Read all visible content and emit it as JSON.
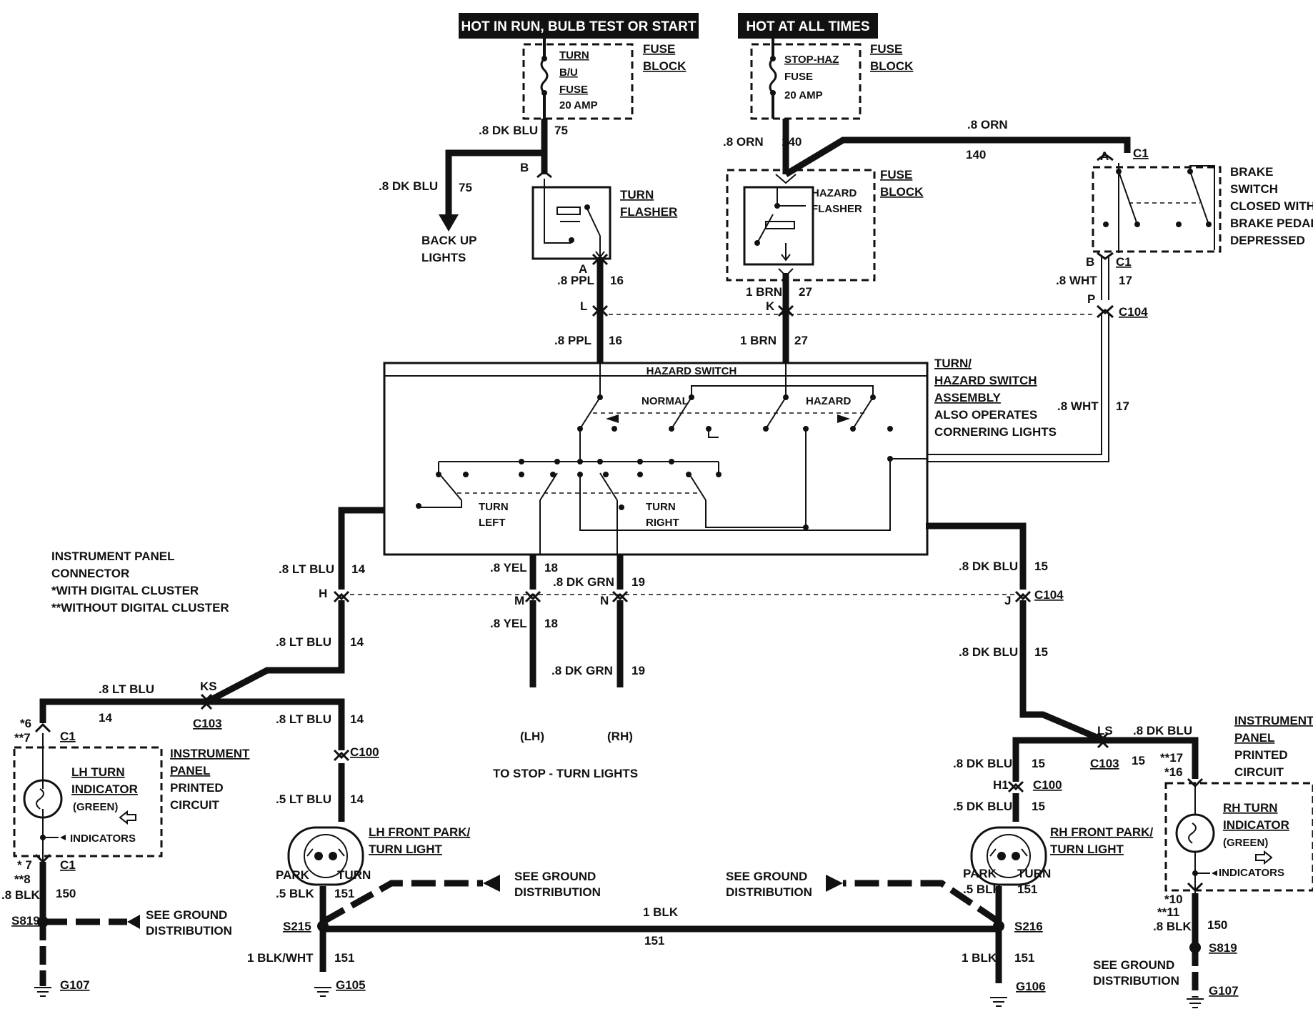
{
  "banners": {
    "left": "HOT IN RUN,   BULB TEST OR START",
    "right": "HOT AT ALL TIMES"
  },
  "turn_fuse": {
    "line1": "TURN",
    "line2": "B/U",
    "line3": "FUSE",
    "rating": "20 AMP"
  },
  "stop_fuse": {
    "line1": "STOP-HAZ",
    "line2": "FUSE",
    "rating": "20 AMP"
  },
  "fuse_block": {
    "line1": "FUSE",
    "line2": "BLOCK"
  },
  "turn_flasher": {
    "line1": "TURN",
    "line2": "FLASHER"
  },
  "hazard_flasher": {
    "line1": "HAZARD",
    "line2": "FLASHER"
  },
  "brake_switch": [
    "BRAKE",
    "SWITCH",
    "CLOSED WITH",
    "BRAKE PEDAL",
    "DEPRESSED"
  ],
  "backup": {
    "line1": "BACK UP",
    "line2": "LIGHTS"
  },
  "hazard_assembly": {
    "hazard_switch": "HAZARD SWITCH",
    "normal": "NORMAL",
    "hazard": "HAZARD",
    "turn_left_1": "TURN",
    "turn_left_2": "LEFT",
    "turn_right_1": "TURN",
    "turn_right_2": "RIGHT",
    "title_1": "TURN/",
    "title_2": "HAZARD SWITCH",
    "title_3": "ASSEMBLY",
    "note_1": "ALSO OPERATES",
    "note_2": "CORNERING LIGHTS"
  },
  "ip_note": [
    "INSTRUMENT PANEL",
    "CONNECTOR",
    " *WITH DIGITAL CLUSTER",
    "**WITHOUT DIGITAL CLUSTER"
  ],
  "wires": {
    "w_8dkblu": ".8 DK BLU",
    "n75": "75",
    "w_8orn": ".8 ORN",
    "n140": "140",
    "w_8ppl": ".8 PPL",
    "n16": "16",
    "w_1brn": "1 BRN",
    "n27": "27",
    "w_8wht": ".8 WHT",
    "n17": "17",
    "w_8ltblu": ".8 LT BLU",
    "n14": "14",
    "w_8yel": ".8 YEL",
    "n18": "18",
    "w_8dkgrn": ".8 DK GRN",
    "n19": "19",
    "n15": "15",
    "w_5ltblu": ".5 LT BLU",
    "w_5dkblu": ".5 DK BLU",
    "w_5blk": ".5 BLK",
    "n151": "151",
    "w_1blk": "1 BLK",
    "w_1blkwht": "1 BLK/WHT",
    "w_8blk": ".8 BLK",
    "n150": "150"
  },
  "connectors": {
    "B": "B",
    "A": "A",
    "L": "L",
    "K": "K",
    "P": "P",
    "C1": "C1",
    "C104": "C104",
    "H": "H",
    "M": "M",
    "N": "N",
    "J": "J",
    "KS": "KS",
    "C103": "C103",
    "C100": "C100",
    "LS": "LS",
    "H1": "H1"
  },
  "pins": {
    "lh_top_a": "*6",
    "lh_top_b": "**7",
    "lh_bot_a": "* 7",
    "lh_bot_b": "**8",
    "rh_top_a": "**17",
    "rh_top_b": "*16",
    "rh_bot_a": "*10",
    "rh_bot_b": "**11"
  },
  "lh_indicator": {
    "line1": "LH TURN",
    "line2": "INDICATOR",
    "color": "(GREEN)",
    "indicators": "INDICATORS"
  },
  "rh_indicator": {
    "line1": "RH TURN",
    "line2": "INDICATOR",
    "color": "(GREEN)",
    "indicators": "INDICATORS"
  },
  "ip_circuit_left": [
    "INSTRUMENT",
    "PANEL",
    "PRINTED",
    "CIRCUIT"
  ],
  "ip_circuit_right": [
    "INSTRUMENT",
    "PANEL",
    "PRINTED",
    "CIRCUIT"
  ],
  "lh_front": {
    "line1": "LH FRONT PARK/",
    "line2": "TURN LIGHT",
    "park": "PARK",
    "turn": "TURN"
  },
  "rh_front": {
    "line1": "RH FRONT PARK/",
    "line2": "TURN LIGHT",
    "park": "PARK",
    "turn": "TURN"
  },
  "stop_turn": {
    "lh": "(LH)",
    "rh": "(RH)",
    "label": "TO STOP - TURN LIGHTS"
  },
  "ground": {
    "see_1": "SEE GROUND",
    "see_2": "DISTRIBUTION",
    "s819": "S819",
    "s215": "S215",
    "s216": "S216",
    "g107": "G107",
    "g105": "G105",
    "g106": "G106"
  }
}
